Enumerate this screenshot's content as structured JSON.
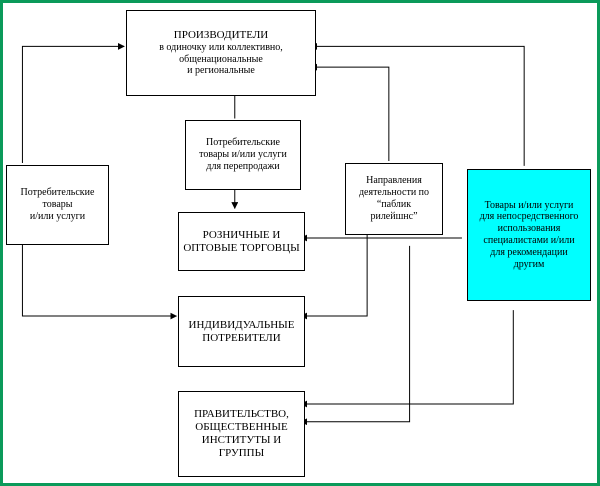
{
  "diagram": {
    "producers": {
      "title": "ПРОИЗВОДИТЕЛИ",
      "line2": "в одиночку или коллективно,",
      "line3": "общенациональные",
      "line4": "и региональные"
    },
    "resale_goods": {
      "line1": "Потребительские",
      "line2": "товары и/или услуги",
      "line3": "для перепродажи"
    },
    "consumer_goods": {
      "line1": "Потребительские",
      "line2": "товары",
      "line3": "и/или  услуги"
    },
    "pr_directions": {
      "line1": "Направления",
      "line2": "деятельности по",
      "line3": "“паблик",
      "line4": "рилейшнс”"
    },
    "professional_goods": {
      "line1": "Товары и/или услуги",
      "line2": "для непосредственного",
      "line3": "использования",
      "line4": "специалистами и/или",
      "line5": "для рекомендации",
      "line6": "другим"
    },
    "retail_wholesale": {
      "line1": "РОЗНИЧНЫЕ И",
      "line2": "ОПТОВЫЕ ТОРГОВЦЫ"
    },
    "individuals": {
      "line1": "ИНДИВИДУАЛЬНЫЕ",
      "line2": "ПОТРЕБИТЕЛИ"
    },
    "government": {
      "line1": "ПРАВИТЕЛЬСТВО,",
      "line2": "ОБЩЕСТВЕННЫЕ",
      "line3": "ИНСТИТУТЫ И",
      "line4": "ГРУППЫ"
    }
  },
  "colors": {
    "frame": "#0b9a5a",
    "highlight_box": "#00ffff",
    "line": "#000000"
  }
}
